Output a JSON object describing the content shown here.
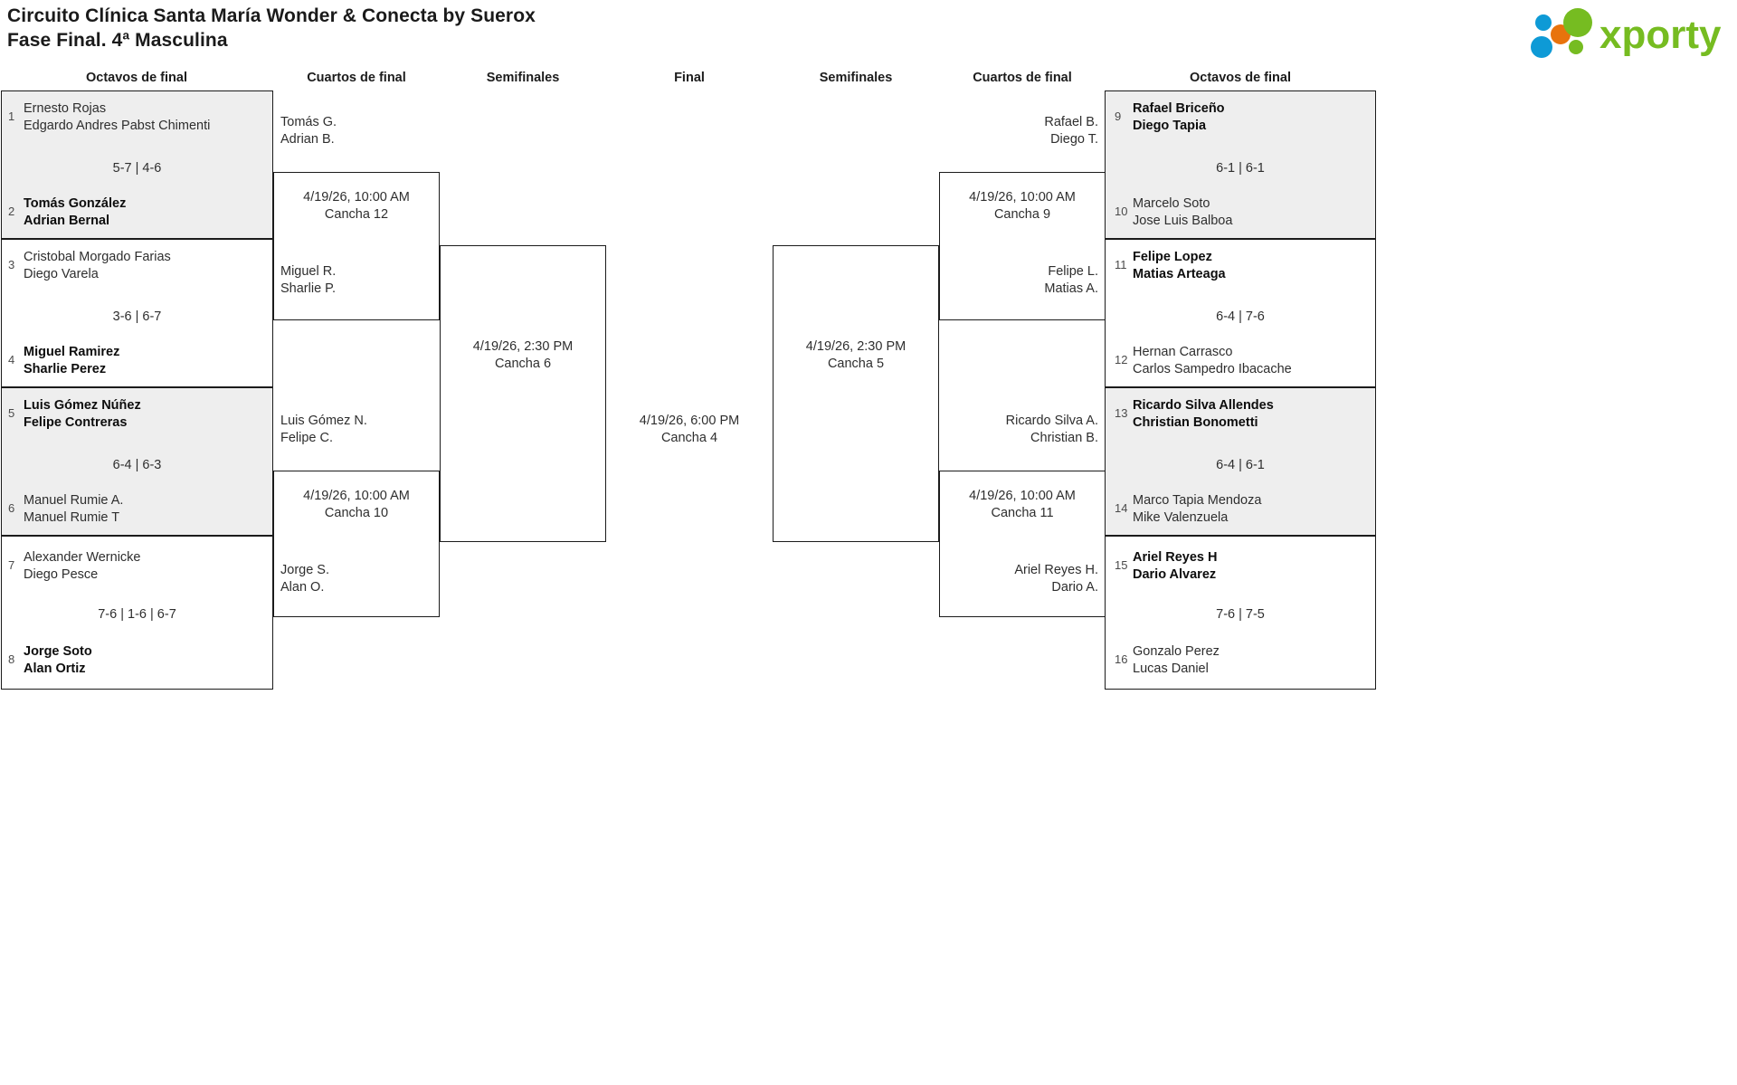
{
  "header": {
    "title_line1": "Circuito Clínica Santa María Wonder & Conecta by Suerox",
    "title_line2": "Fase Final. 4ª Masculina",
    "logo_text": "xporty",
    "logo_colors": {
      "blue": "#0e9ad6",
      "orange": "#e8730c",
      "green": "#76bc21"
    }
  },
  "columns": {
    "left_r16": "Octavos de final",
    "left_qf": "Cuartos de final",
    "left_sf": "Semifinales",
    "final": "Final",
    "right_sf": "Semifinales",
    "right_qf": "Cuartos de final",
    "right_r16": "Octavos de final"
  },
  "left_r16": [
    {
      "shaded": true,
      "score": "5-7 | 4-6",
      "top": {
        "seed": "1",
        "p1": "Ernesto Rojas",
        "p2": "Edgardo Andres Pabst Chimenti",
        "winner": false
      },
      "bottom": {
        "seed": "2",
        "p1": "Tomás González",
        "p2": "Adrian Bernal",
        "winner": true
      }
    },
    {
      "shaded": false,
      "score": "3-6 | 6-7",
      "top": {
        "seed": "3",
        "p1": "Cristobal Morgado Farias",
        "p2": "Diego Varela",
        "winner": false
      },
      "bottom": {
        "seed": "4",
        "p1": "Miguel Ramirez",
        "p2": "Sharlie Perez",
        "winner": true
      }
    },
    {
      "shaded": true,
      "score": "6-4 | 6-3",
      "top": {
        "seed": "5",
        "p1": "Luis Gómez Núñez",
        "p2": "Felipe Contreras",
        "winner": true
      },
      "bottom": {
        "seed": "6",
        "p1": "Manuel Rumie A.",
        "p2": "Manuel Rumie T",
        "winner": false
      }
    },
    {
      "shaded": false,
      "score": "7-6 | 1-6 | 6-7",
      "top": {
        "seed": "7",
        "p1": "Alexander Wernicke",
        "p2": "Diego Pesce",
        "winner": false
      },
      "bottom": {
        "seed": "8",
        "p1": "Jorge Soto",
        "p2": "Alan Ortiz",
        "winner": true
      }
    }
  ],
  "right_r16": [
    {
      "shaded": true,
      "score": "6-1 | 6-1",
      "top": {
        "seed": "9",
        "p1": "Rafael Briceño",
        "p2": "Diego Tapia",
        "winner": true
      },
      "bottom": {
        "seed": "10",
        "p1": "Marcelo Soto",
        "p2": "Jose Luis Balboa",
        "winner": false
      }
    },
    {
      "shaded": false,
      "score": "6-4 | 7-6",
      "top": {
        "seed": "11",
        "p1": "Felipe Lopez",
        "p2": "Matias Arteaga",
        "winner": true
      },
      "bottom": {
        "seed": "12",
        "p1": "Hernan Carrasco",
        "p2": "Carlos Sampedro Ibacache",
        "winner": false
      }
    },
    {
      "shaded": true,
      "score": "6-4 | 6-1",
      "top": {
        "seed": "13",
        "p1": "Ricardo Silva Allendes",
        "p2": "Christian Bonometti",
        "winner": true
      },
      "bottom": {
        "seed": "14",
        "p1": "Marco Tapia Mendoza",
        "p2": "Mike Valenzuela",
        "winner": false
      }
    },
    {
      "shaded": false,
      "score": "7-6 | 7-5",
      "top": {
        "seed": "15",
        "p1": "Ariel Reyes H",
        "p2": "Dario Alvarez",
        "winner": true
      },
      "bottom": {
        "seed": "16",
        "p1": "Gonzalo Perez",
        "p2": "Lucas Daniel",
        "winner": false
      }
    }
  ],
  "left_qf": [
    {
      "top": {
        "p1": "Tomás G.",
        "p2": "Adrian B."
      },
      "bottom": {
        "p1": "Miguel R.",
        "p2": "Sharlie P."
      },
      "date": "4/19/26, 10:00 AM",
      "court": "Cancha 12"
    },
    {
      "top": {
        "p1": "Luis Gómez N.",
        "p2": "Felipe C."
      },
      "bottom": {
        "p1": "Jorge S.",
        "p2": "Alan O."
      },
      "date": "4/19/26, 10:00 AM",
      "court": "Cancha 10"
    }
  ],
  "right_qf": [
    {
      "top": {
        "p1": "Rafael B.",
        "p2": "Diego T."
      },
      "bottom": {
        "p1": "Felipe L.",
        "p2": "Matias A."
      },
      "date": "4/19/26, 10:00 AM",
      "court": "Cancha 9"
    },
    {
      "top": {
        "p1": "Ricardo Silva A.",
        "p2": "Christian B."
      },
      "bottom": {
        "p1": "Ariel Reyes H.",
        "p2": "Dario A."
      },
      "date": "4/19/26, 10:00 AM",
      "court": "Cancha 11"
    }
  ],
  "left_sf": {
    "date": "4/19/26, 2:30 PM",
    "court": "Cancha 6"
  },
  "right_sf": {
    "date": "4/19/26, 2:30 PM",
    "court": "Cancha 5"
  },
  "final": {
    "date": "4/19/26, 6:00 PM",
    "court": "Cancha 4"
  }
}
